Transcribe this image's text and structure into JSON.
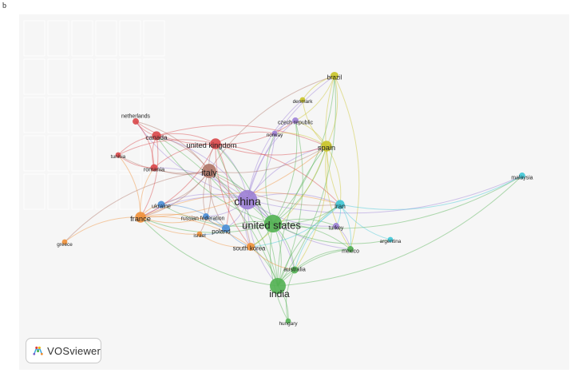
{
  "panel_label": "b",
  "logo": {
    "text": "VOSviewer",
    "icon": "vosviewer-logo-icon"
  },
  "cluster_colors": {
    "red": "#d9484a",
    "brown": "#b07466",
    "purple": "#9c7fd6",
    "green": "#52b152",
    "cyan": "#3ec7d6",
    "yellow": "#c9c428",
    "orange": "#f0913a",
    "blue": "#4a8fd8"
  },
  "nodes": [
    {
      "id": "china",
      "label": "china",
      "cluster": "purple",
      "weight": 10
    },
    {
      "id": "united-states",
      "label": "united states",
      "cluster": "green",
      "weight": 9
    },
    {
      "id": "india",
      "label": "india",
      "cluster": "green",
      "weight": 8
    },
    {
      "id": "italy",
      "label": "italy",
      "cluster": "brown",
      "weight": 7
    },
    {
      "id": "france",
      "label": "france",
      "cluster": "orange",
      "weight": 5
    },
    {
      "id": "spain",
      "label": "spain",
      "cluster": "yellow",
      "weight": 5
    },
    {
      "id": "united-kingdom",
      "label": "united kingdom",
      "cluster": "red",
      "weight": 5
    },
    {
      "id": "iran",
      "label": "iran",
      "cluster": "cyan",
      "weight": 4
    },
    {
      "id": "canada",
      "label": "canada",
      "cluster": "red",
      "weight": 4
    },
    {
      "id": "brazil",
      "label": "brazil",
      "cluster": "yellow",
      "weight": 3.5
    },
    {
      "id": "south-korea",
      "label": "south korea",
      "cluster": "orange",
      "weight": 3.5
    },
    {
      "id": "poland",
      "label": "poland",
      "cluster": "blue",
      "weight": 3.5
    },
    {
      "id": "ukraine",
      "label": "ukraine",
      "cluster": "blue",
      "weight": 3
    },
    {
      "id": "romania",
      "label": "romania",
      "cluster": "red",
      "weight": 3
    },
    {
      "id": "australia",
      "label": "australia",
      "cluster": "green",
      "weight": 3
    },
    {
      "id": "russian-federation",
      "label": "russian federation",
      "cluster": "blue",
      "weight": 2.5
    },
    {
      "id": "netherlands",
      "label": "netherlands",
      "cluster": "red",
      "weight": 2.5
    },
    {
      "id": "malaysia",
      "label": "malaysia",
      "cluster": "cyan",
      "weight": 2.5
    },
    {
      "id": "czech-republic",
      "label": "czech republic",
      "cluster": "purple",
      "weight": 2.5
    },
    {
      "id": "turkey",
      "label": "turkey",
      "cluster": "purple",
      "weight": 2.5
    },
    {
      "id": "mexico",
      "label": "mexico",
      "cluster": "green",
      "weight": 2.5
    },
    {
      "id": "israel",
      "label": "israel",
      "cluster": "orange",
      "weight": 2
    },
    {
      "id": "norway",
      "label": "norway",
      "cluster": "purple",
      "weight": 2
    },
    {
      "id": "greece",
      "label": "greece",
      "cluster": "orange",
      "weight": 2
    },
    {
      "id": "denmark",
      "label": "denmark",
      "cluster": "yellow",
      "weight": 2
    },
    {
      "id": "tunisia",
      "label": "tunisia",
      "cluster": "red",
      "weight": 2
    },
    {
      "id": "argentina",
      "label": "argentina",
      "cluster": "cyan",
      "weight": 2
    },
    {
      "id": "hungary",
      "label": "hungary",
      "cluster": "green",
      "weight": 2
    }
  ],
  "links": [
    [
      "china",
      "united-states"
    ],
    [
      "china",
      "india"
    ],
    [
      "china",
      "italy"
    ],
    [
      "china",
      "france"
    ],
    [
      "china",
      "spain"
    ],
    [
      "china",
      "united-kingdom"
    ],
    [
      "china",
      "iran"
    ],
    [
      "china",
      "canada"
    ],
    [
      "china",
      "brazil"
    ],
    [
      "china",
      "south-korea"
    ],
    [
      "china",
      "poland"
    ],
    [
      "china",
      "ukraine"
    ],
    [
      "china",
      "australia"
    ],
    [
      "china",
      "malaysia"
    ],
    [
      "china",
      "czech-republic"
    ],
    [
      "china",
      "turkey"
    ],
    [
      "china",
      "russian-federation"
    ],
    [
      "china",
      "romania"
    ],
    [
      "china",
      "netherlands"
    ],
    [
      "china",
      "norway"
    ],
    [
      "china",
      "denmark"
    ],
    [
      "china",
      "mexico"
    ],
    [
      "united-states",
      "india"
    ],
    [
      "united-states",
      "italy"
    ],
    [
      "united-states",
      "france"
    ],
    [
      "united-states",
      "spain"
    ],
    [
      "united-states",
      "united-kingdom"
    ],
    [
      "united-states",
      "iran"
    ],
    [
      "united-states",
      "canada"
    ],
    [
      "united-states",
      "brazil"
    ],
    [
      "united-states",
      "south-korea"
    ],
    [
      "united-states",
      "poland"
    ],
    [
      "united-states",
      "australia"
    ],
    [
      "united-states",
      "malaysia"
    ],
    [
      "united-states",
      "mexico"
    ],
    [
      "united-states",
      "argentina"
    ],
    [
      "united-states",
      "turkey"
    ],
    [
      "united-states",
      "hungary"
    ],
    [
      "united-states",
      "ukraine"
    ],
    [
      "united-states",
      "czech-republic"
    ],
    [
      "united-states",
      "norway"
    ],
    [
      "india",
      "italy"
    ],
    [
      "india",
      "spain"
    ],
    [
      "india",
      "united-kingdom"
    ],
    [
      "india",
      "australia"
    ],
    [
      "india",
      "south-korea"
    ],
    [
      "india",
      "iran"
    ],
    [
      "india",
      "canada"
    ],
    [
      "india",
      "hungary"
    ],
    [
      "india",
      "malaysia"
    ],
    [
      "india",
      "france"
    ],
    [
      "india",
      "brazil"
    ],
    [
      "india",
      "mexico"
    ],
    [
      "india",
      "czech-republic"
    ],
    [
      "italy",
      "united-kingdom"
    ],
    [
      "italy",
      "canada"
    ],
    [
      "italy",
      "france"
    ],
    [
      "italy",
      "spain"
    ],
    [
      "italy",
      "romania"
    ],
    [
      "italy",
      "netherlands"
    ],
    [
      "italy",
      "tunisia"
    ],
    [
      "italy",
      "poland"
    ],
    [
      "italy",
      "ukraine"
    ],
    [
      "italy",
      "russian-federation"
    ],
    [
      "italy",
      "brazil"
    ],
    [
      "italy",
      "iran"
    ],
    [
      "italy",
      "south-korea"
    ],
    [
      "italy",
      "greece"
    ],
    [
      "italy",
      "israel"
    ],
    [
      "united-kingdom",
      "canada"
    ],
    [
      "united-kingdom",
      "netherlands"
    ],
    [
      "united-kingdom",
      "romania"
    ],
    [
      "united-kingdom",
      "france"
    ],
    [
      "united-kingdom",
      "spain"
    ],
    [
      "united-kingdom",
      "norway"
    ],
    [
      "united-kingdom",
      "czech-republic"
    ],
    [
      "united-kingdom",
      "iran"
    ],
    [
      "united-kingdom",
      "tunisia"
    ],
    [
      "united-kingdom",
      "poland"
    ],
    [
      "united-kingdom",
      "south-korea"
    ],
    [
      "canada",
      "netherlands"
    ],
    [
      "canada",
      "romania"
    ],
    [
      "canada",
      "france"
    ],
    [
      "canada",
      "tunisia"
    ],
    [
      "canada",
      "spain"
    ],
    [
      "france",
      "greece"
    ],
    [
      "france",
      "romania"
    ],
    [
      "france",
      "tunisia"
    ],
    [
      "france",
      "ukraine"
    ],
    [
      "france",
      "russian-federation"
    ],
    [
      "france",
      "poland"
    ],
    [
      "france",
      "israel"
    ],
    [
      "france",
      "south-korea"
    ],
    [
      "france",
      "spain"
    ],
    [
      "france",
      "iran"
    ],
    [
      "spain",
      "brazil"
    ],
    [
      "spain",
      "denmark"
    ],
    [
      "spain",
      "czech-republic"
    ],
    [
      "spain",
      "iran"
    ],
    [
      "spain",
      "mexico"
    ],
    [
      "spain",
      "australia"
    ],
    [
      "spain",
      "norway"
    ],
    [
      "spain",
      "south-korea"
    ],
    [
      "brazil",
      "denmark"
    ],
    [
      "brazil",
      "czech-republic"
    ],
    [
      "brazil",
      "iran"
    ],
    [
      "brazil",
      "mexico"
    ],
    [
      "iran",
      "malaysia"
    ],
    [
      "iran",
      "turkey"
    ],
    [
      "iran",
      "australia"
    ],
    [
      "iran",
      "south-korea"
    ],
    [
      "iran",
      "argentina"
    ],
    [
      "iran",
      "mexico"
    ],
    [
      "poland",
      "ukraine"
    ],
    [
      "poland",
      "russian-federation"
    ],
    [
      "poland",
      "south-korea"
    ],
    [
      "poland",
      "israel"
    ],
    [
      "south-korea",
      "australia"
    ],
    [
      "south-korea",
      "israel"
    ],
    [
      "australia",
      "hungary"
    ],
    [
      "australia",
      "mexico"
    ],
    [
      "romania",
      "netherlands"
    ],
    [
      "romania",
      "tunisia"
    ],
    [
      "czech-republic",
      "norway"
    ],
    [
      "turkey",
      "mexico"
    ]
  ]
}
